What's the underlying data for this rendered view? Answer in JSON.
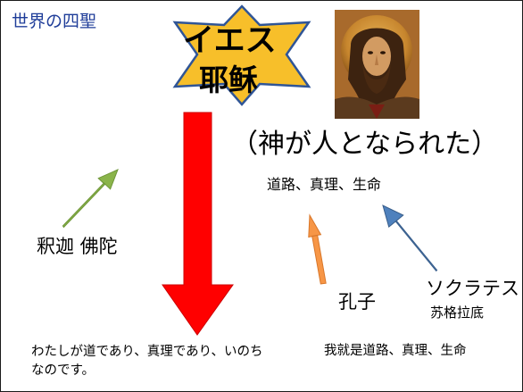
{
  "title": "世界の四聖",
  "star": {
    "line1": "イエス",
    "line2": "耶稣"
  },
  "subtitle": "（神が人となられた）",
  "statement": "道路、真理、生命",
  "buddha": "釈迦 佛陀",
  "kongzi": "孔子",
  "socrates": {
    "ja": "ソクラテス",
    "zh": "苏格拉底"
  },
  "quote_ja": "わたしが道であり、真理であり、いのちなのです。",
  "quote_zh": "我就是道路、真理、生命",
  "colors": {
    "title": "#1f3d99",
    "star_fill": "#f7bf2a",
    "star_stroke": "#2f5597",
    "red_arrow": "#ff0000",
    "green_arrow": "#8ab44a",
    "orange_arrow": "#f79646",
    "blue_arrow": "#4f81bd"
  },
  "portrait": {
    "icon": "jesus-icon-portrait"
  }
}
